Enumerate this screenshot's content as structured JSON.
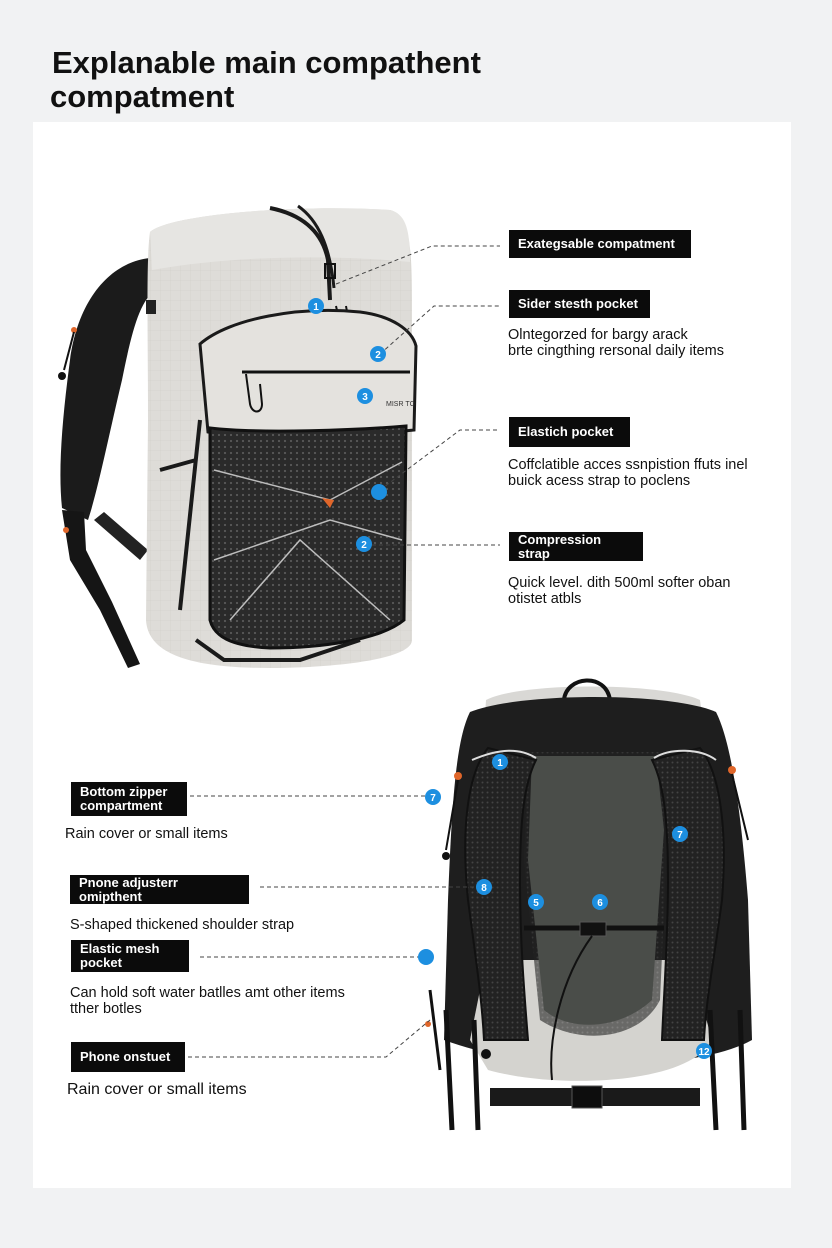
{
  "title": {
    "line1": "Explanable main compathent",
    "line2": "compatment"
  },
  "callouts_top": [
    {
      "label": "Exategsable compatment",
      "desc1": "",
      "desc2": ""
    },
    {
      "label": "Sider stesth pocket",
      "desc1": "Olntegorzed for bargy arack",
      "desc2": "brte cingthing rersonal daily items"
    },
    {
      "label": "Elastich pocket",
      "desc1": "Coffclatible acces ssnpistion ffuts inel",
      "desc2": "buick acess strap to poclens"
    },
    {
      "label": "Compression strap",
      "desc1": "Quick level. dith 500ml softer oban",
      "desc2": "otistet atbls"
    }
  ],
  "callouts_bottom": [
    {
      "label1": "Bottom zipper",
      "label2": "compartment",
      "desc1": "Rain cover or small items",
      "desc2": ""
    },
    {
      "label1": "Pnone adjusterr omipthent",
      "label2": "",
      "desc1": "S-shaped thickened shoulder strap",
      "desc2": ""
    },
    {
      "label1": "Elastic mesh",
      "label2": "pocket",
      "desc1": "Can hold soft water batlles amt other items",
      "desc2": "tther botles"
    },
    {
      "label1": "Phone onstuet",
      "label2": "",
      "desc1": "Rain cover or small items",
      "desc2": ""
    }
  ],
  "markers_front": [
    "1",
    "2",
    "3",
    "",
    "2"
  ],
  "markers_back": [
    "1",
    "7",
    "7",
    "8",
    "5",
    "6",
    "",
    "12"
  ],
  "panel_text": "MISR TC",
  "colors": {
    "accent": "#1d8fe0",
    "label_bg": "#0b0b0b",
    "pack_light": "#dadad7",
    "pack_dark": "#1e1e1e"
  }
}
